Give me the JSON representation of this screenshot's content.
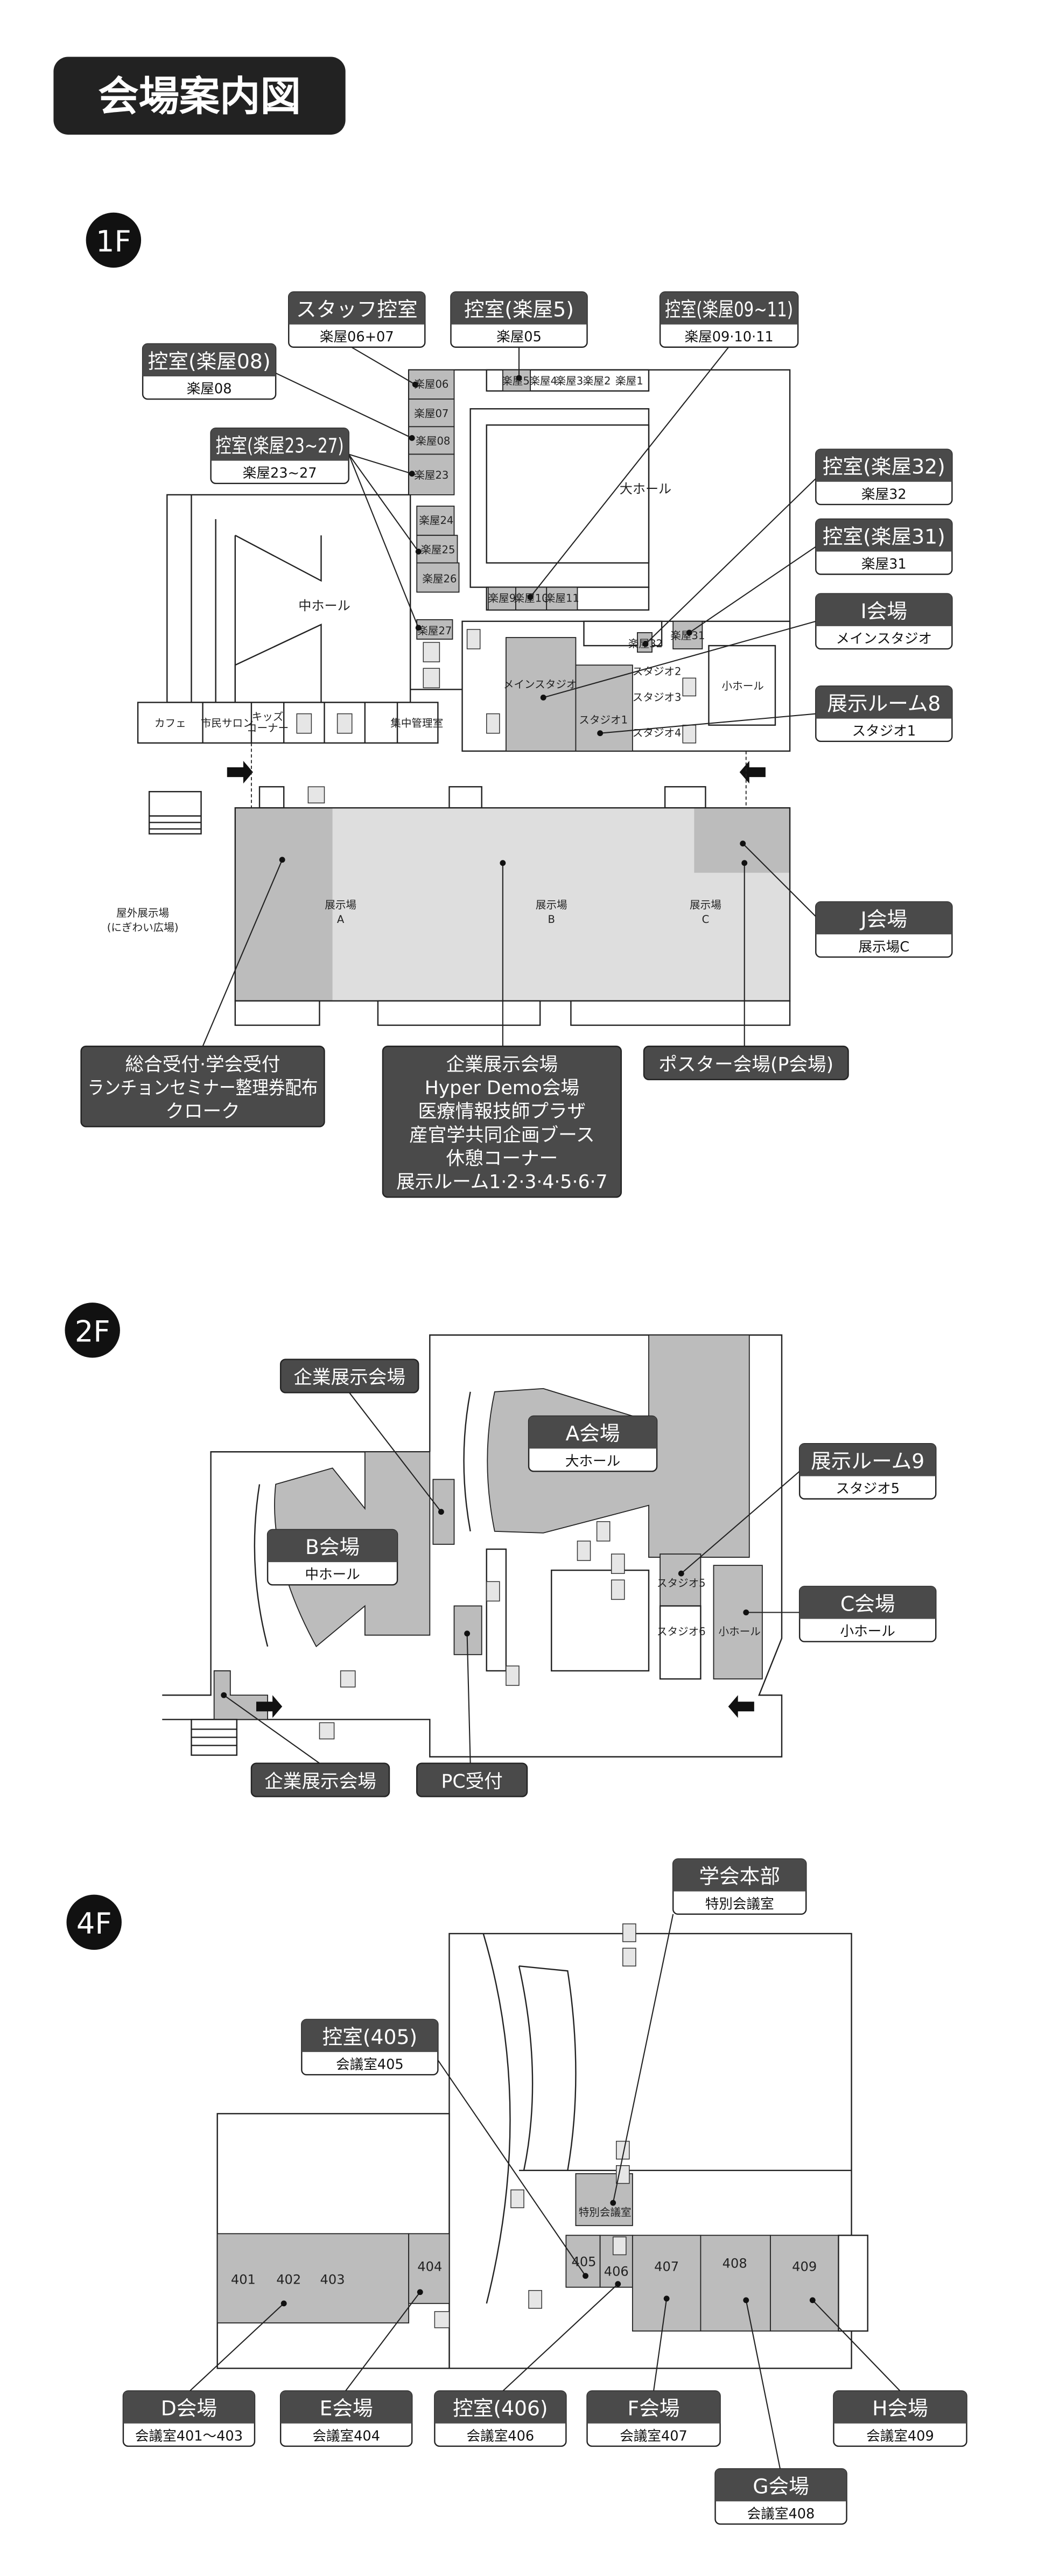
{
  "title": "会場案内図",
  "colors": {
    "dark": "#4a4a4a",
    "room_gray": "#bcbcbc",
    "light_gray": "#dedede"
  },
  "floor1": {
    "label": "1F",
    "rooms": {
      "g06": "楽屋06",
      "g07": "楽屋07",
      "g08": "楽屋08",
      "g23": "楽屋23",
      "g24": "楽屋24",
      "g25": "楽屋25",
      "g26": "楽屋26",
      "g27": "楽屋27",
      "g5": "楽屋5",
      "g4": "楽屋4",
      "g3": "楽屋3",
      "g2": "楽屋2",
      "g1": "楽屋1",
      "g9": "楽屋9",
      "g10": "楽屋10",
      "g11": "楽屋11",
      "g32": "楽屋32",
      "g31": "楽屋31",
      "large_hall": "大ホール",
      "mid_hall": "中ホール",
      "small_hall": "小ホール",
      "main_studio": "メインスタジオ",
      "studio1": "スタジオ1",
      "studio2": "スタジオ2",
      "studio3": "スタジオ3",
      "studio4": "スタジオ4",
      "cafe": "カフェ",
      "salon": "市民サロン",
      "kids1": "キッズ",
      "kids2": "コーナー",
      "control": "集中管理室",
      "hall_a1": "展示場",
      "hall_a2": "A",
      "hall_b1": "展示場",
      "hall_b2": "B",
      "hall_c1": "展示場",
      "hall_c2": "C",
      "outdoor1": "屋外展示場",
      "outdoor2": "(にぎわい広場)"
    },
    "callouts": [
      {
        "title": "控室(楽屋08)",
        "sub": "楽屋08"
      },
      {
        "title": "スタッフ控室",
        "sub": "楽屋06+07"
      },
      {
        "title": "控室(楽屋5)",
        "sub": "楽屋05"
      },
      {
        "title": "控室(楽屋09~11)",
        "sub": "楽屋09·10·11"
      },
      {
        "title": "控室(楽屋23~27)",
        "sub": "楽屋23~27"
      },
      {
        "title": "控室(楽屋32)",
        "sub": "楽屋32"
      },
      {
        "title": "控室(楽屋31)",
        "sub": "楽屋31"
      },
      {
        "title": "I会場",
        "sub": "メインスタジオ"
      },
      {
        "title": "展示ルーム8",
        "sub": "スタジオ1"
      },
      {
        "title": "J会場",
        "sub": "展示場C"
      },
      {
        "lines": [
          "総合受付·学会受付",
          "ランチョンセミナー整理券配布",
          "クローク"
        ]
      },
      {
        "lines": [
          "企業展示会場",
          "Hyper Demo会場",
          "医療情報技師プラザ",
          "産官学共同企画ブース",
          "休憩コーナー",
          "展示ルーム1·2·3·4·5·6·7"
        ]
      },
      {
        "lines": [
          "ポスター会場(P会場)"
        ]
      }
    ]
  },
  "floor2": {
    "label": "2F",
    "rooms": {
      "studio5": "スタジオ5",
      "studio6": "スタジオ6",
      "small_hall": "小ホール"
    },
    "callouts": [
      {
        "lines": [
          "企業展示会場"
        ]
      },
      {
        "title": "A会場",
        "sub": "大ホール"
      },
      {
        "title": "B会場",
        "sub": "中ホール"
      },
      {
        "title": "展示ルーム9",
        "sub": "スタジオ5"
      },
      {
        "title": "C会場",
        "sub": "小ホール"
      },
      {
        "lines": [
          "企業展示会場"
        ]
      },
      {
        "lines": [
          "PC受付"
        ]
      }
    ]
  },
  "floor4": {
    "label": "4F",
    "rooms": {
      "r401": "401",
      "r402": "402",
      "r403": "403",
      "r404": "404",
      "r405": "405",
      "r406": "406",
      "r407": "407",
      "r408": "408",
      "r409": "409",
      "special": "特別会議室"
    },
    "callouts": [
      {
        "title": "学会本部",
        "sub": "特別会議室"
      },
      {
        "title": "控室(405)",
        "sub": "会議室405"
      },
      {
        "title": "D会場",
        "sub": "会議室401～403"
      },
      {
        "title": "E会場",
        "sub": "会議室404"
      },
      {
        "title": "控室(406)",
        "sub": "会議室406"
      },
      {
        "title": "F会場",
        "sub": "会議室407"
      },
      {
        "title": "G会場",
        "sub": "会議室408"
      },
      {
        "title": "H会場",
        "sub": "会議室409"
      }
    ]
  }
}
